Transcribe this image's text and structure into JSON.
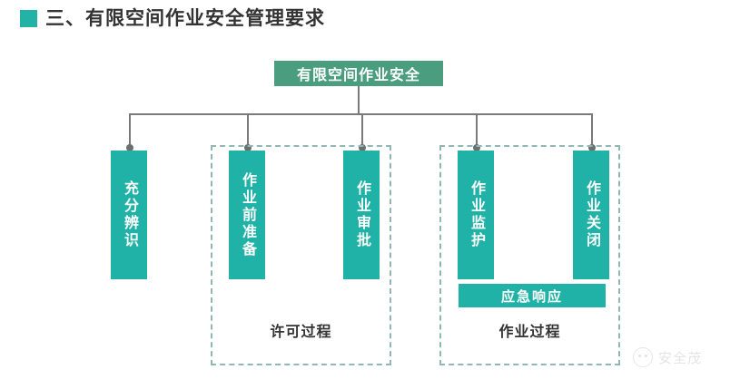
{
  "header": {
    "bullet_icon": "square-bullet-icon",
    "title": "三、有限空间作业安全管理要求",
    "accent_color": "#22b3a6"
  },
  "diagram": {
    "root": {
      "label": "有限空间作业安全",
      "color": "#4a9e7f"
    },
    "node_color": "#20b2a6",
    "connector_color": "#7a7a7a",
    "group_border_color": "#8fb7b4",
    "nodes": [
      {
        "id": "identify",
        "label": "充分辨识",
        "group": null
      },
      {
        "id": "prepare",
        "label": "作业前准备",
        "group": "permit"
      },
      {
        "id": "approve",
        "label": "作业审批",
        "group": "permit"
      },
      {
        "id": "supervise",
        "label": "作业监护",
        "group": "operation"
      },
      {
        "id": "close",
        "label": "作业关闭",
        "group": "operation"
      }
    ],
    "sub_nodes": [
      {
        "id": "emergency",
        "label": "应急响应",
        "group": "operation"
      }
    ],
    "groups": [
      {
        "id": "permit",
        "label": "许可过程"
      },
      {
        "id": "operation",
        "label": "作业过程"
      }
    ]
  },
  "watermark": {
    "logo_icon": "face-circle-icon",
    "text": "安全茂"
  }
}
